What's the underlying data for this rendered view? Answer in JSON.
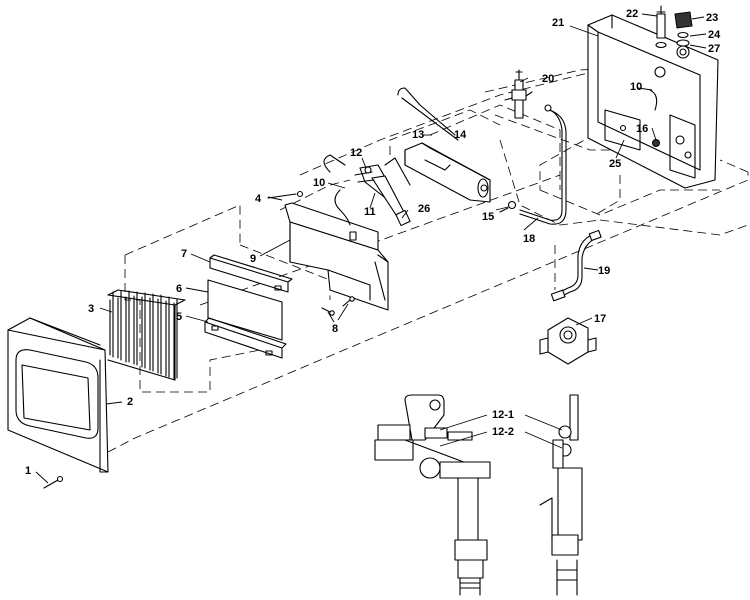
{
  "callouts": {
    "c1": "1",
    "c2": "2",
    "c3": "3",
    "c4": "4",
    "c5": "5",
    "c6": "6",
    "c7": "7",
    "c8": "8",
    "c9": "9",
    "c10a": "10",
    "c10b": "10",
    "c11": "11",
    "c12": "12",
    "c12_1": "12-1",
    "c12_2": "12-2",
    "c13": "13",
    "c14": "14",
    "c15": "15",
    "c16": "16",
    "c17": "17",
    "c18": "18",
    "c19": "19",
    "c20": "20",
    "c21": "21",
    "c22": "22",
    "c23": "23",
    "c24": "24",
    "c25": "25",
    "c26": "26",
    "c27": "27"
  }
}
